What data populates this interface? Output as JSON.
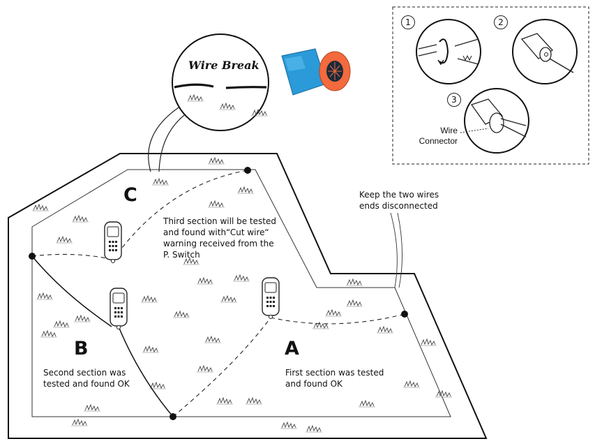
{
  "wire_break": {
    "title": "Wire Break"
  },
  "sections": {
    "a": {
      "letter": "A",
      "text": [
        "First section was tested",
        "and found OK"
      ]
    },
    "b": {
      "letter": "B",
      "text": [
        "Second section was",
        "tested and found OK"
      ]
    },
    "c": {
      "letter": "C",
      "text": [
        "Third section will be tested",
        "and found with“Cut wire“",
        "warning received from the",
        "P. Switch"
      ]
    }
  },
  "wire_ends_note": [
    "Keep the two wires",
    "ends disconnected"
  ],
  "inset": {
    "steps": [
      "1",
      "2",
      "3"
    ],
    "connector_label": [
      "Wire",
      "Connector"
    ]
  },
  "colors": {
    "connector_blue": "#2a9ad8",
    "connector_orange": "#f26a3d",
    "line": "#111111"
  }
}
